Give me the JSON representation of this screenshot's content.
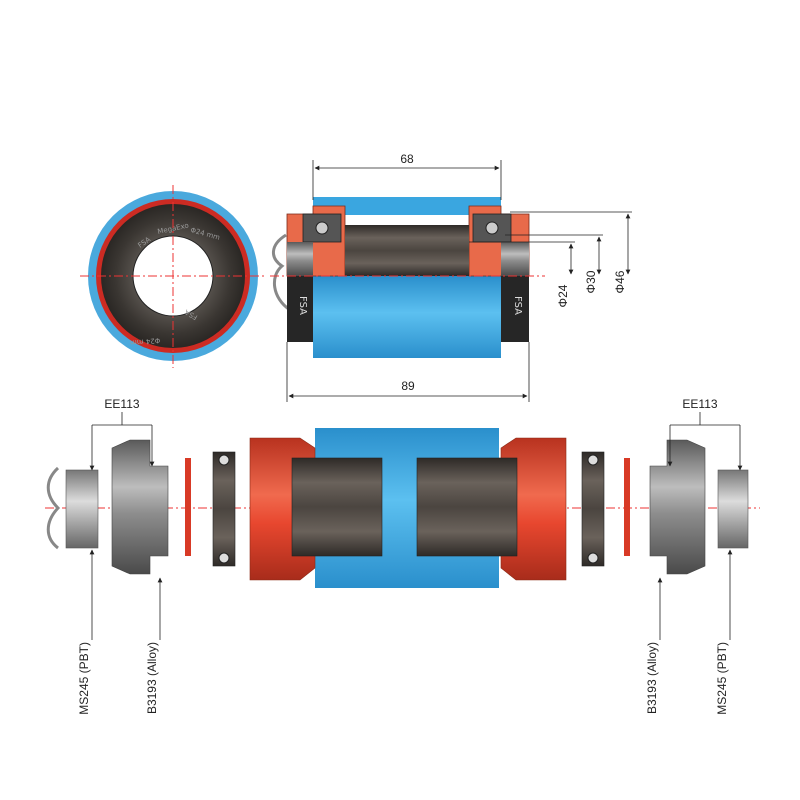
{
  "dimensions": {
    "top_width": "68",
    "bottom_width": "89",
    "dia_inner": "Φ24",
    "dia_mid": "Φ30",
    "dia_outer": "Φ46"
  },
  "callouts": {
    "left_group": "EE113",
    "right_group": "EE113",
    "left_outer": "MS245 (PBT)",
    "left_inner": "B3193 (Alloy)",
    "right_inner": "B3193 (Alloy)",
    "right_outer": "MS245 (PBT)"
  },
  "end_view_print": {
    "brand": "FSA",
    "model": "MegaExo",
    "size": "Φ24 mm"
  },
  "colors": {
    "sleeve_blue": "#3aa6e0",
    "cup_red": "#e8472f",
    "body_dark": "#4f4a45",
    "axis_red": "#e33"
  }
}
